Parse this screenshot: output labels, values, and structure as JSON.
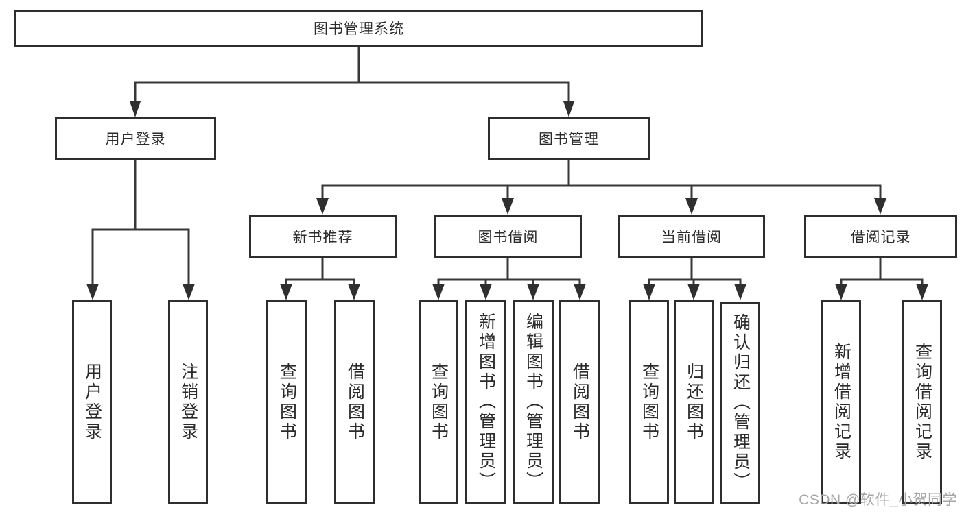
{
  "tree": {
    "label": "图书管理系统",
    "children": [
      {
        "label": "用户登录",
        "children": [
          {
            "label": "用户登录"
          },
          {
            "label": "注销登录"
          }
        ]
      },
      {
        "label": "图书管理",
        "children": [
          {
            "label": "新书推荐",
            "children": [
              {
                "label": "查询图书"
              },
              {
                "label": "借阅图书"
              }
            ]
          },
          {
            "label": "图书借阅",
            "children": [
              {
                "label": "查询图书"
              },
              {
                "label": "新增图书（管理员）"
              },
              {
                "label": "编辑图书（管理员）"
              },
              {
                "label": "借阅图书"
              }
            ]
          },
          {
            "label": "当前借阅",
            "children": [
              {
                "label": "查询图书"
              },
              {
                "label": "归还图书"
              },
              {
                "label": "确认归还（管理员）"
              }
            ]
          },
          {
            "label": "借阅记录",
            "children": [
              {
                "label": "新增借阅记录"
              },
              {
                "label": "查询借阅记录"
              }
            ]
          }
        ]
      }
    ]
  },
  "colors": {
    "line": "#383838",
    "border": "#2e2e2e",
    "text": "#2b2b2b",
    "watermark": "#a6a6a6"
  },
  "watermark": {
    "text": "CSDN @软件_小贺同学"
  }
}
